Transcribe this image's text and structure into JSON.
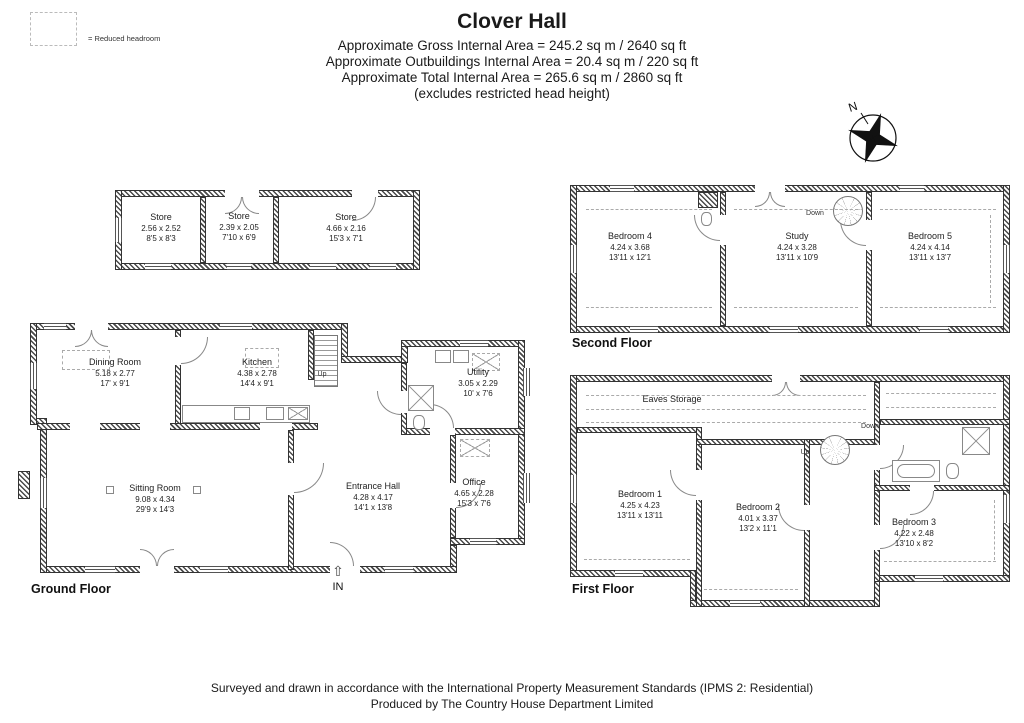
{
  "legend": {
    "text": "= Reduced headroom"
  },
  "header": {
    "title": "Clover Hall",
    "line1": "Approximate Gross Internal Area = 245.2 sq m / 2640 sq ft",
    "line2": "Approximate Outbuildings Internal Area = 20.4 sq m / 220 sq ft",
    "line3": "Approximate Total Internal Area = 265.6 sq m / 2860 sq ft",
    "line4": "(excludes restricted head height)"
  },
  "compass": {
    "label": "N"
  },
  "entrance": {
    "label": "IN",
    "arrow": "⇧"
  },
  "floors": {
    "outbuildings": {
      "rooms": [
        {
          "name": "Store",
          "metric": "2.56 x 2.52",
          "imperial": "8'5 x 8'3"
        },
        {
          "name": "Store",
          "metric": "2.39 x 2.05",
          "imperial": "7'10 x 6'9"
        },
        {
          "name": "Store",
          "metric": "4.66 x 2.16",
          "imperial": "15'3 x 7'1"
        }
      ]
    },
    "ground": {
      "label": "Ground Floor",
      "up": "Up",
      "rooms": [
        {
          "name": "Dining Room",
          "metric": "5.18 x 2.77",
          "imperial": "17' x 9'1"
        },
        {
          "name": "Kitchen",
          "metric": "4.38 x 2.78",
          "imperial": "14'4 x 9'1"
        },
        {
          "name": "Utility",
          "metric": "3.05 x 2.29",
          "imperial": "10' x 7'6"
        },
        {
          "name": "Sitting Room",
          "metric": "9.08 x 4.34",
          "imperial": "29'9 x 14'3"
        },
        {
          "name": "Entrance Hall",
          "metric": "4.28 x 4.17",
          "imperial": "14'1 x 13'8"
        },
        {
          "name": "Office",
          "metric": "4.65 x 2.28",
          "imperial": "15'3 x 7'6"
        }
      ]
    },
    "second": {
      "label": "Second Floor",
      "down": "Down",
      "rooms": [
        {
          "name": "Bedroom 4",
          "metric": "4.24 x 3.68",
          "imperial": "13'11 x 12'1"
        },
        {
          "name": "Study",
          "metric": "4.24 x 3.28",
          "imperial": "13'11 x 10'9"
        },
        {
          "name": "Bedroom 5",
          "metric": "4.24 x 4.14",
          "imperial": "13'11 x 13'7"
        }
      ]
    },
    "first": {
      "label": "First Floor",
      "up": "Up",
      "down": "Down",
      "eaves": "Eaves Storage",
      "rooms": [
        {
          "name": "Bedroom 1",
          "metric": "4.25 x 4.23",
          "imperial": "13'11 x 13'11"
        },
        {
          "name": "Bedroom 2",
          "metric": "4.01 x 3.37",
          "imperial": "13'2 x 11'1"
        },
        {
          "name": "Bedroom 3",
          "metric": "4.22 x 2.48",
          "imperial": "13'10 x 8'2"
        }
      ]
    }
  },
  "footer": {
    "line1": "Surveyed and drawn in accordance with the International Property Measurement Standards (IPMS 2: Residential)",
    "line2": "Produced by The Country House Department Limited"
  }
}
